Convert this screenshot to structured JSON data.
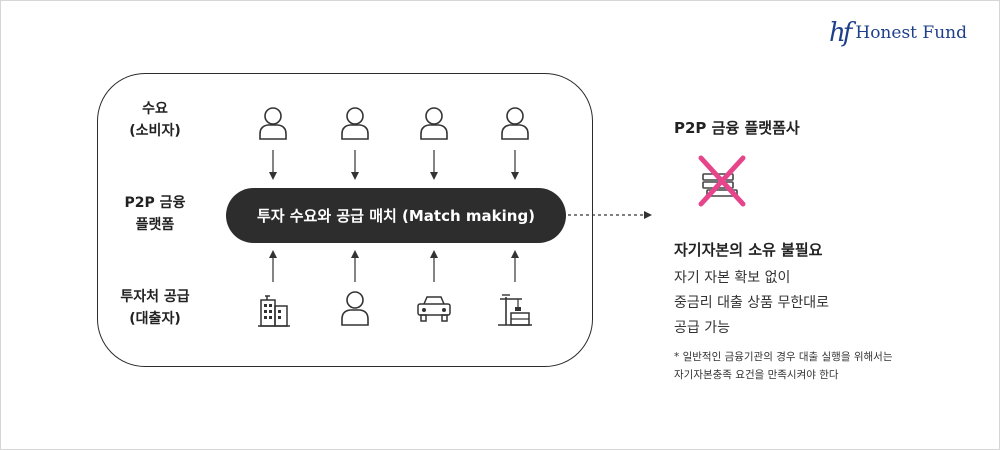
{
  "brand": {
    "mark": "hf",
    "name": "Honest Fund"
  },
  "rows": {
    "demand": [
      "수요",
      "(소비자)"
    ],
    "platform": [
      "P2P 금융",
      "플랫폼"
    ],
    "supply": [
      "투자처 공급",
      "(대출자)"
    ]
  },
  "match_label": "투자 수요와 공급 매치 (Match making)",
  "right": {
    "title": "P2P 금융 플랫폼사",
    "subtitle": "자기자본의 소유 불필요",
    "desc": [
      "자기 자본 확보 없이",
      "중금리 대출 상품 무한대로",
      "공급 가능"
    ],
    "note": [
      "* 일반적인 금융기관의 경우 대출 실행을 위해서는",
      "자기자본충족 요건을 만족시켜야 한다"
    ]
  },
  "icons": {
    "top": [
      "person-icon",
      "person-icon",
      "person-icon",
      "person-icon"
    ],
    "bottom": [
      "building-icon",
      "person-icon",
      "car-icon",
      "crane-icon"
    ],
    "right": "capital-stack-crossed-icon"
  },
  "colors": {
    "brand": "#1e3f8a",
    "pill": "#2d2d2d",
    "cross": "#e6458c"
  }
}
